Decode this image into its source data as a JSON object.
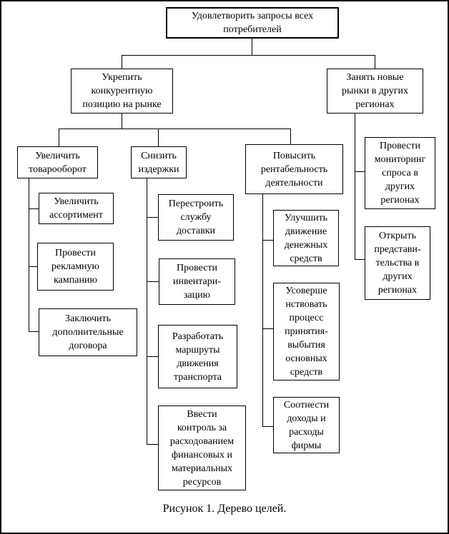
{
  "diagram": {
    "title_node": "Удовлетворить запросы всех\nпотребителей",
    "nodes": {
      "root": "Удовлетворить запросы всех\nпотребителей",
      "strengthen_position": "Укрепить\nконкурентную\nпозицию на рынке",
      "new_markets": "Занять новые\nрынки в других\nрегионах",
      "increase_turnover": "Увеличить\nтоварооборот",
      "reduce_costs": "Снизить\nиздержки",
      "increase_profitability": "Повысить\nрентабельность\nдеятельности",
      "demand_monitoring": "Провести\nмониторинг\nспроса в\nдругих\nрегионах",
      "open_offices": "Открыть\nпредстави-\nтельства в\nдругих\nрегионах",
      "increase_assortment": "Увеличить\nассортимент",
      "ad_campaign": "Провести\nрекламную\nкампанию",
      "extra_contracts": "Заключить\nдополнительные\nдоговора",
      "rebuild_delivery": "Перестроить\nслужбу\nдоставки",
      "inventory": "Провести\nинвентари-\nзацию",
      "transport_routes": "Разработать\nмаршруты\nдвижения\nтранспорта",
      "spending_control": "Ввести\nконтроль за\nрасходованием\nфинансовых и\nматериальных\nресурсов",
      "cash_flow": "Улучшить\nдвижение\nденежных\nсредств",
      "assets_process": "Усоверше\nнствовать\nпроцесс\nпринятия-\nвыбытия\nосновных\nсредств",
      "income_expense": "Соотнести\nдоходы и\nрасходы\nфирмы"
    },
    "caption": "Рисунок 1. Дерево целей."
  }
}
